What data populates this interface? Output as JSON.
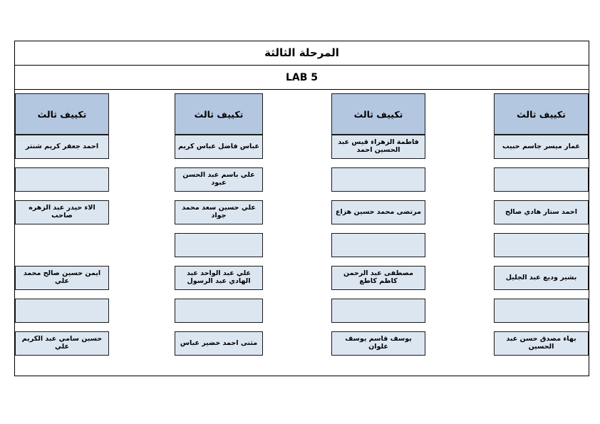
{
  "document": {
    "title": "المرحلة الثالثة",
    "lab_label": "LAB 5"
  },
  "colors": {
    "header_fill": "#b4c7e0",
    "cell_fill": "#dce6f1",
    "border": "#1a1a1a",
    "page_background": "#ffffff"
  },
  "table": {
    "column_header_label": "تكييف ثالث",
    "columns": [
      {
        "index": 1,
        "header": "تكييف ثالث",
        "cells": [
          {
            "text": "عمار ميسر جاسم حبيب",
            "empty": false,
            "present": true
          },
          {
            "text": "",
            "empty": true,
            "present": true
          },
          {
            "text": "احمد ستار هادي صالح",
            "empty": false,
            "present": true
          },
          {
            "text": "",
            "empty": true,
            "present": true
          },
          {
            "text": "بشير وديع عبد الجليل",
            "empty": false,
            "present": true
          },
          {
            "text": "",
            "empty": true,
            "present": true
          },
          {
            "text": "بهاء مصدق حسن عبد الحسين",
            "empty": false,
            "present": true
          }
        ]
      },
      {
        "index": 2,
        "header": "تكييف ثالث",
        "cells": [
          {
            "text": "فاطمة الزهراء قيس عبد الحسين احمد",
            "empty": false,
            "present": true
          },
          {
            "text": "",
            "empty": true,
            "present": true
          },
          {
            "text": "مرتضى محمد حسين هزاع",
            "empty": false,
            "present": true
          },
          {
            "text": "",
            "empty": true,
            "present": true
          },
          {
            "text": "مصطفى عبد الرحمن كاظم كاطع",
            "empty": false,
            "present": true
          },
          {
            "text": "",
            "empty": true,
            "present": true
          },
          {
            "text": "يوسف قاسم يوسف علوان",
            "empty": false,
            "present": true
          }
        ]
      },
      {
        "index": 3,
        "header": "تكييف ثالث",
        "cells": [
          {
            "text": "عباس فاضل عباس كريم",
            "empty": false,
            "present": true
          },
          {
            "text": "علي باسم عبد الحسن عبود",
            "empty": false,
            "present": true
          },
          {
            "text": "علي حسين سعد محمد جواد",
            "empty": false,
            "present": true
          },
          {
            "text": "",
            "empty": true,
            "present": true
          },
          {
            "text": "علي عبد الواحد عبد الهادي عبد الرسول",
            "empty": false,
            "present": true
          },
          {
            "text": "",
            "empty": true,
            "present": true
          },
          {
            "text": "مثنى احمد خضير عباس",
            "empty": false,
            "present": true
          }
        ]
      },
      {
        "index": 4,
        "header": "تكييف ثالث",
        "cells": [
          {
            "text": "احمد جعفر كريم شنتر",
            "empty": false,
            "present": true
          },
          {
            "text": "",
            "empty": true,
            "present": true
          },
          {
            "text": "الاء حيدر عبد الزهره صاحب",
            "empty": false,
            "present": true
          },
          {
            "text": "",
            "empty": true,
            "present": false
          },
          {
            "text": "ايمن حسين صالح محمد علي",
            "empty": false,
            "present": true
          },
          {
            "text": "",
            "empty": true,
            "present": true
          },
          {
            "text": "حسين سامي عبد الكريم علي",
            "empty": false,
            "present": true
          }
        ]
      }
    ]
  }
}
